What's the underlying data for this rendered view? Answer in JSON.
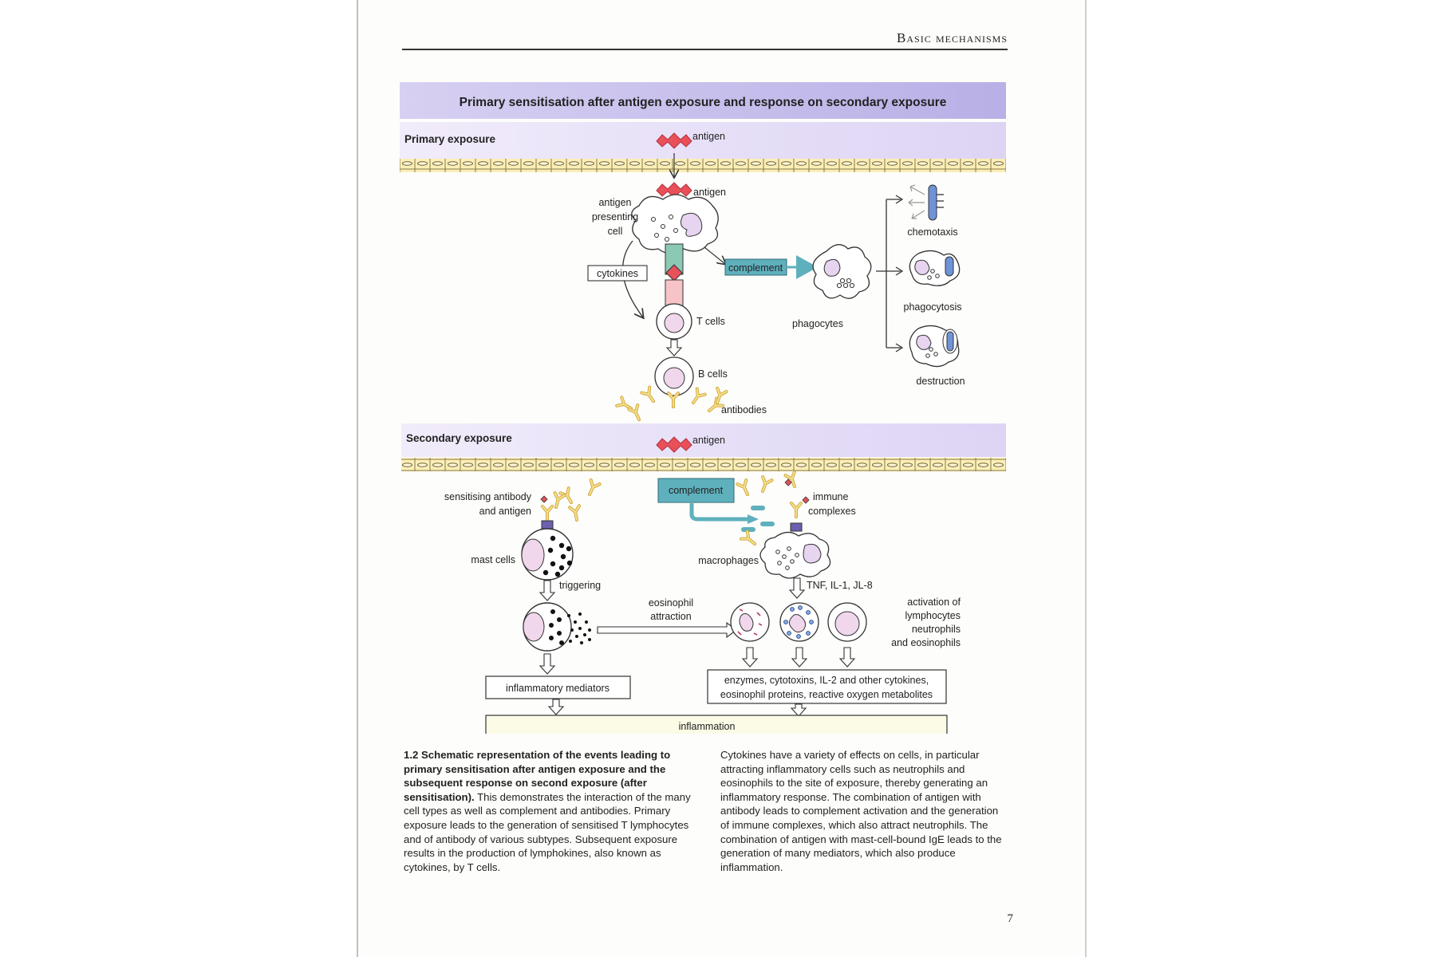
{
  "running_head": "Basic mechanisms",
  "figure": {
    "title": "Primary sensitisation after antigen exposure and response on secondary exposure",
    "primary": {
      "band_label": "Primary exposure",
      "antigen_top": "antigen",
      "antigen_inner": "antigen",
      "apc_label": [
        "antigen",
        "presenting",
        "cell"
      ],
      "cytokines": "cytokines",
      "complement": "complement",
      "t_cells": "T cells",
      "b_cells": "B cells",
      "antibodies": "antibodies",
      "phagocytes": "phagocytes",
      "chemotaxis": "chemotaxis",
      "phagocytosis": "phagocytosis",
      "destruction": "destruction"
    },
    "secondary": {
      "band_label": "Secondary exposure",
      "antigen": "antigen",
      "sensitising": [
        "sensitising antibody",
        "and antigen"
      ],
      "complement": "complement",
      "immune_complexes": [
        "immune",
        "complexes"
      ],
      "mast_cells": "mast cells",
      "macrophages": "macrophages",
      "triggering": "triggering",
      "tnf": "TNF, IL-1, JL-8",
      "eosinophil_attraction": [
        "eosinophil",
        "attraction"
      ],
      "activation": [
        "activation of",
        "lymphocytes",
        "neutrophils",
        "and eosinophils"
      ],
      "inflammatory_mediators": "inflammatory mediators",
      "enzymes": [
        "enzymes, cytotoxins, IL-2 and other cytokines,",
        "eosinophil proteins, reactive oxygen metabolites"
      ],
      "inflammation": "inflammation"
    }
  },
  "caption": {
    "number": "1.2",
    "title": "Schematic representation of the events leading to primary sensitisation after antigen exposure and the subsequent response on second exposure (after sensitisation).",
    "left_text": "This demonstrates the interaction of the many cell types as well as complement and antibodies. Primary exposure leads to the generation of sensitised T lymphocytes and of antibody of various subtypes. Subsequent exposure results in the production of lymphokines, also known as cytokines, by T cells.",
    "right_text": "Cytokines have a variety of effects on cells, in particular attracting inflammatory cells such as neutrophils and eosinophils to the site of exposure, thereby generating an inflammatory response. The combination of antigen with antibody leads to complement activation and the generation of immune complexes, which also attract neutrophils. The combination of antigen with mast-cell-bound IgE leads to the generation of many mediators, which also produce inflammation."
  },
  "page_number": "7",
  "colors": {
    "title_band": "#c9c2ec",
    "exposure_band": "#ece6f8",
    "epithelium": "#fbeeb7",
    "antigen": "#e8505a",
    "complement": "#5fb0bd",
    "antibody": "#f1d277",
    "cell_nucleus": "#e6d4f0"
  }
}
